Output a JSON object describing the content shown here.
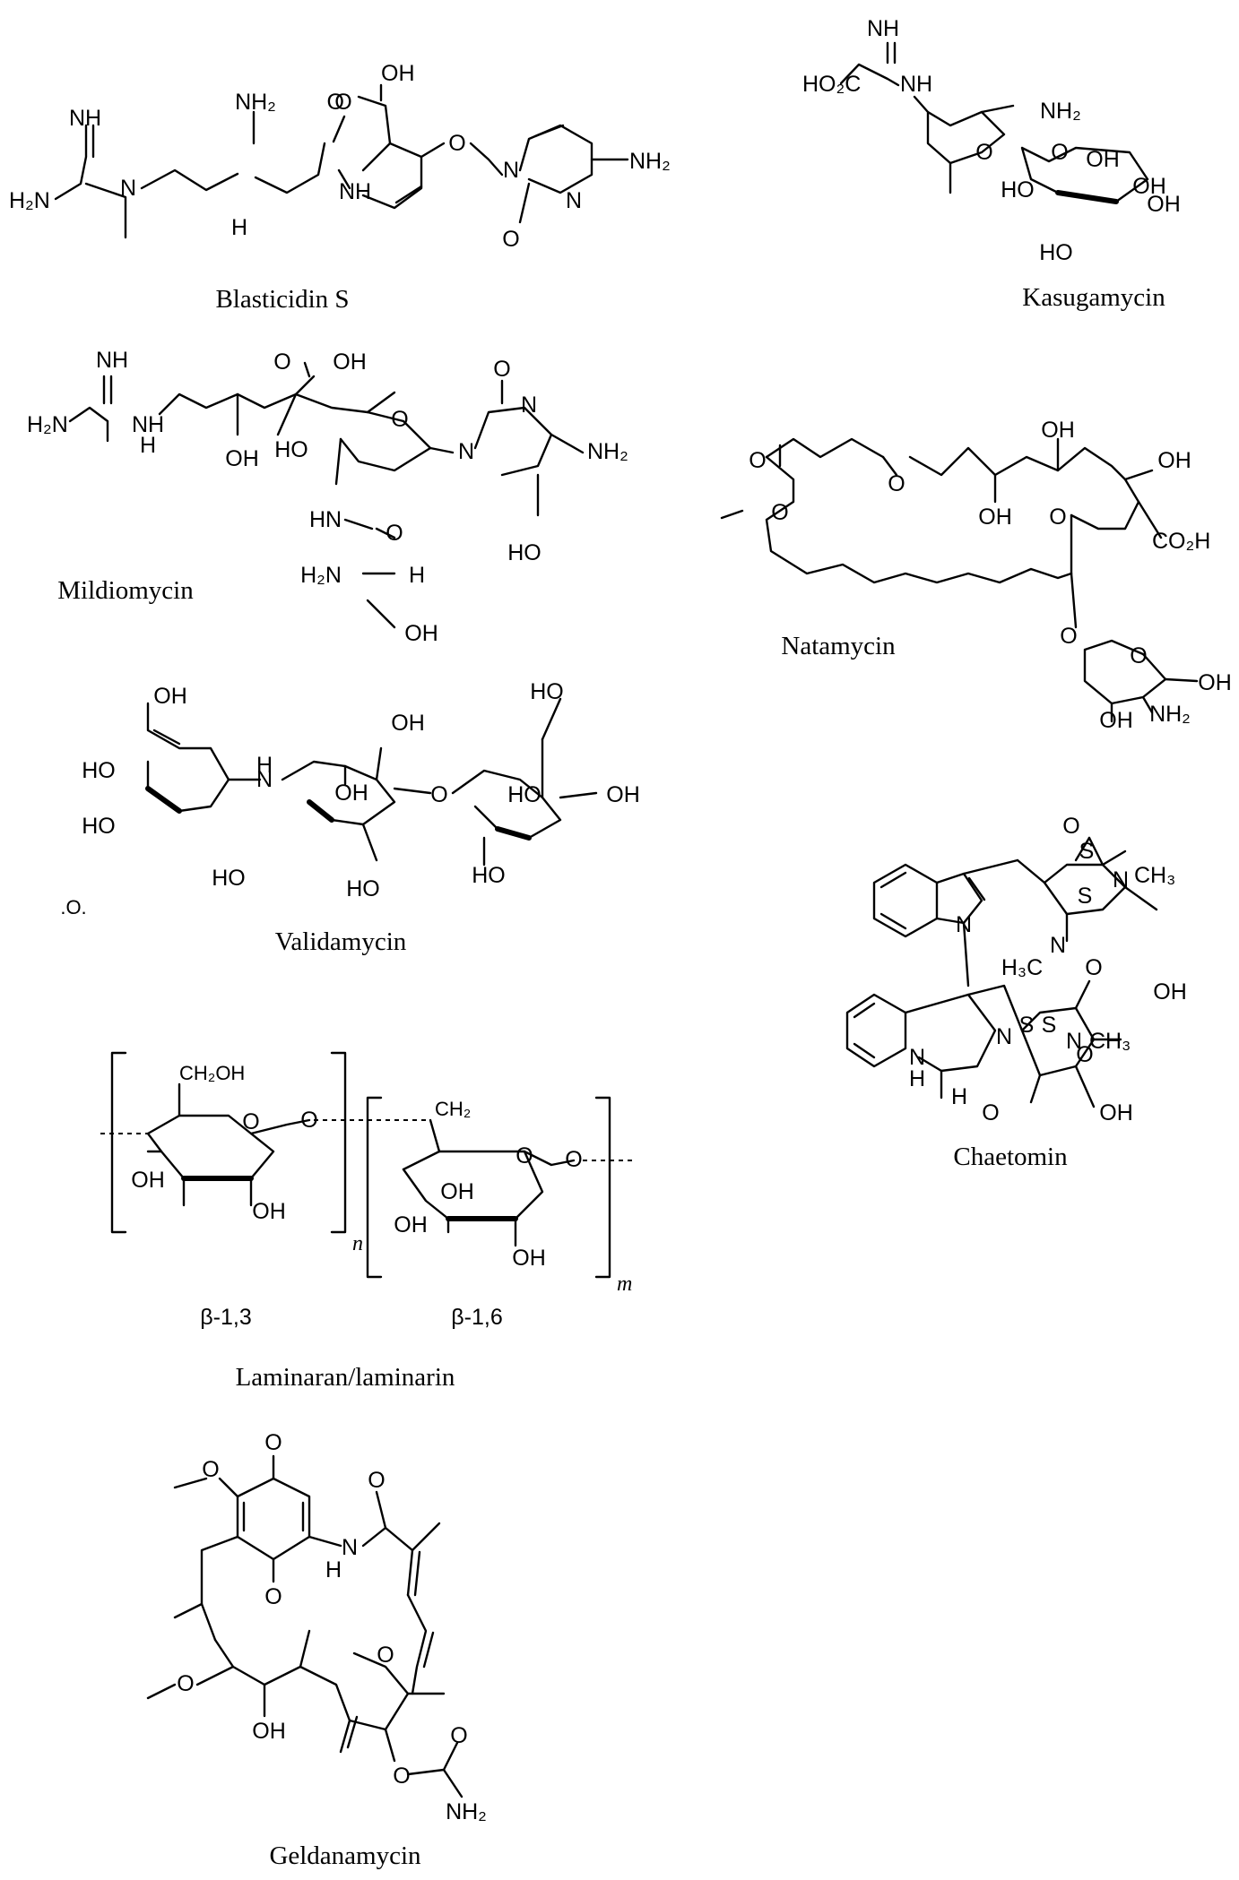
{
  "compounds": [
    {
      "name": "Blasticidin S"
    },
    {
      "name": "Kasugamycin"
    },
    {
      "name": "Mildiomycin"
    },
    {
      "name": "Natamycin"
    },
    {
      "name": "Validamycin"
    },
    {
      "name": "Chaetomin"
    },
    {
      "name": "Laminaran/laminarin"
    },
    {
      "name": "Geldanamycin"
    }
  ],
  "laminarin": {
    "linkage_a": "β-1,3",
    "linkage_b": "β-1,6",
    "index_a": "n",
    "index_b": "m"
  },
  "atoms": {
    "OH": "OH",
    "HO": "HO",
    "NH": "NH",
    "N": "N",
    "O": "O",
    "H": "H",
    "S": "S",
    "NH2": "NH₂",
    "H2N": "H₂N",
    "HO2C": "HO₂C",
    "CO2H": "CO₂H",
    "CH3": "CH₃",
    "H3C": "H₃C",
    "CH2OH": "CH₂OH",
    "CH2": "CH₂",
    "HN": "HN",
    "frag": ".O."
  }
}
